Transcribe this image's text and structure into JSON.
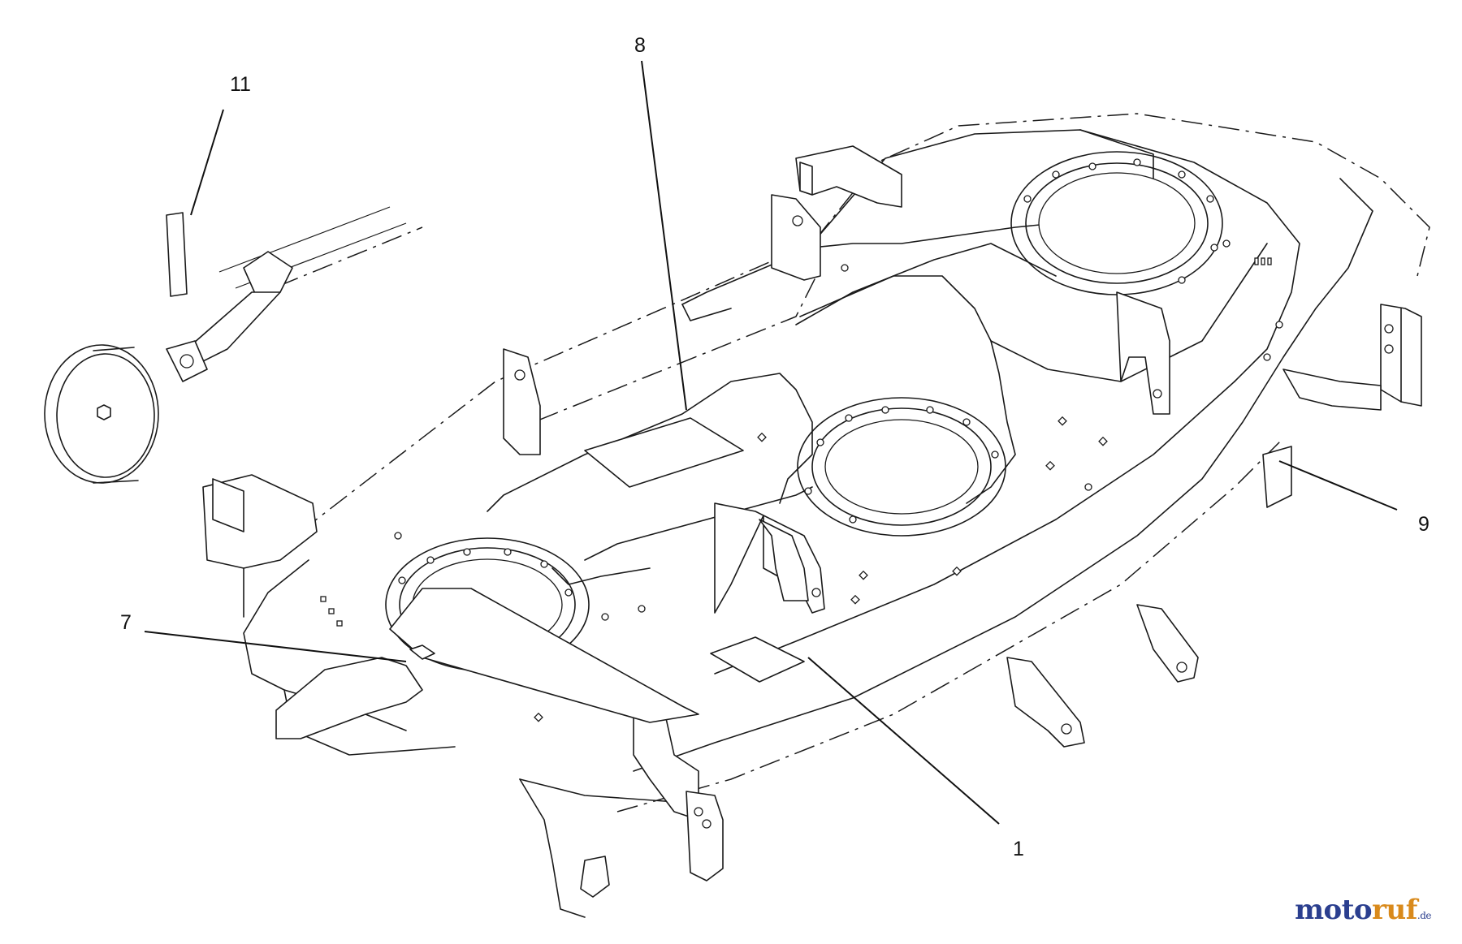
{
  "callouts": {
    "c1": "1",
    "c7": "7",
    "c8": "8",
    "c9": "9",
    "c11": "11"
  },
  "watermark": {
    "part_a": "moto",
    "part_b": "ruf",
    "tld": ".de"
  }
}
